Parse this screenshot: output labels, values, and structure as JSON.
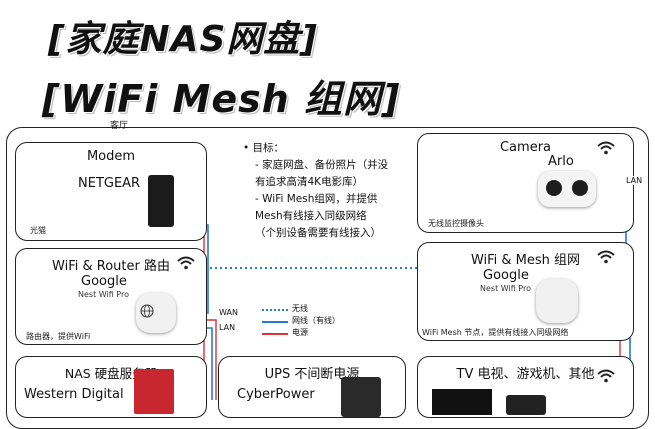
{
  "titles": {
    "line1": "[家庭NAS网盘]",
    "line2": "[WiFi Mesh 组网]"
  },
  "outer_label": "客厅",
  "boxes": {
    "modem": {
      "title": "Modem",
      "brand": "NETGEAR",
      "footer": "光猫"
    },
    "router": {
      "title": "WiFi & Router 路由",
      "brand": "Google",
      "model": "Nest Wifi Pro",
      "footer": "路由器，提供WiFi"
    },
    "nas": {
      "title": "NAS 硬盘服务器",
      "brand": "Western Digital"
    },
    "ups": {
      "title": "UPS 不间断电源",
      "brand": "CyberPower"
    },
    "tv": {
      "title": "TV 电视、游戏机、其他"
    },
    "camera": {
      "title": "Camera",
      "brand": "Arlo",
      "footer": "无线监控摄像头"
    },
    "mesh": {
      "title": "WiFi & Mesh 组网",
      "brand": "Google",
      "model": "Nest Wifi Pro",
      "footer": "WiFi Mesh 节点，提供有线接入同级网络"
    }
  },
  "notes": {
    "heading": "• 目标：",
    "items": [
      "- 家庭网盘、备份照片（并没",
      "  有追求高清4K电影库）",
      "- WiFi Mesh组网，并提供",
      "  Mesh有线接入同级网络",
      "  （个别设备需要有线接入）"
    ]
  },
  "legend": [
    {
      "label": "无线",
      "color": "#2a78d6",
      "style": "dotted"
    },
    {
      "label": "网线（有线）",
      "color": "#2a78d6",
      "style": "solid"
    },
    {
      "label": "电源",
      "color": "#d9343c",
      "style": "solid"
    }
  ],
  "port_labels": {
    "wan": "WAN",
    "lan": "LAN",
    "camera_lan": "LAN"
  },
  "icons": [
    "wifi-icon",
    "globe-icon",
    "modem-device",
    "router-device",
    "camera-device",
    "nas-device",
    "ups-device",
    "tv-device"
  ]
}
